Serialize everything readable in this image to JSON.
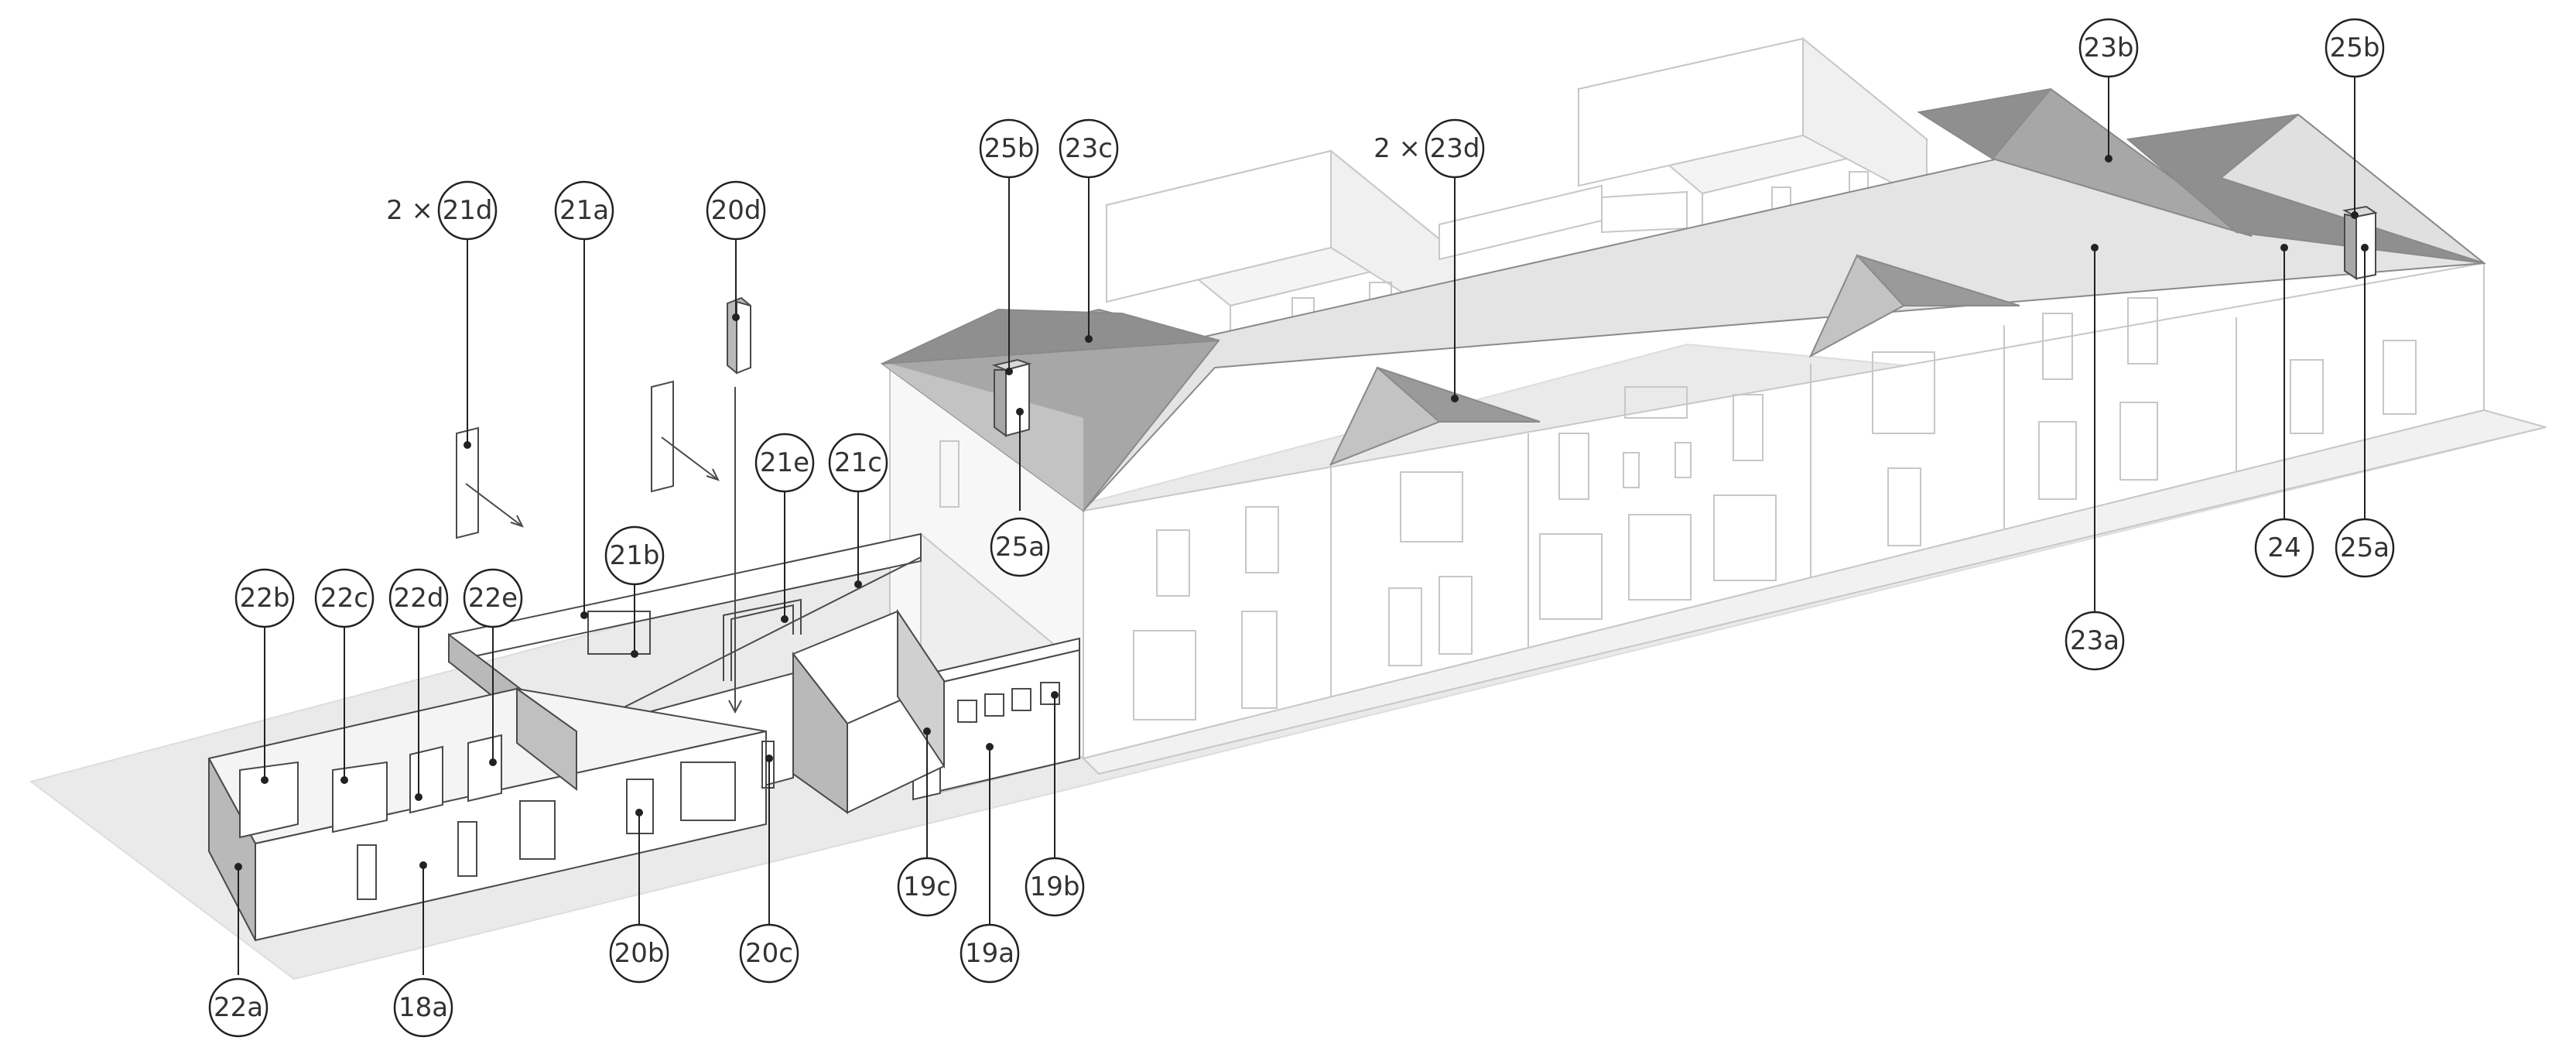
{
  "colors": {
    "ground": "#eaeaea",
    "wall_light": "#ffffff",
    "wall_ghost": "#f4f4f4",
    "wall_shade": "#b9b9b9",
    "roof_light": "#e4e4e4",
    "roof_mid": "#a7a7a7",
    "roof_dark": "#8f8f8f",
    "line": "#4a4a4a",
    "ghost_line": "#c7c7c7"
  },
  "labels": {
    "l18a": "18a",
    "l19a": "19a",
    "l19b": "19b",
    "l19c": "19c",
    "l20b": "20b",
    "l20c": "20c",
    "l20d": "20d",
    "l21a": "21a",
    "l21b": "21b",
    "l21c": "21c",
    "l21d": "21d",
    "l21e": "21e",
    "l22a": "22a",
    "l22b": "22b",
    "l22c": "22c",
    "l22d": "22d",
    "l22e": "22e",
    "l23a": "23a",
    "l23b": "23b",
    "l23c": "23c",
    "l23d": "23d",
    "l24": "24",
    "l25a_left": "25a",
    "l25b_left": "25b",
    "l25a_right": "25a",
    "l25b_right": "25b"
  },
  "multipliers": {
    "m21d": "2 ×",
    "m23d": "2 ×"
  }
}
